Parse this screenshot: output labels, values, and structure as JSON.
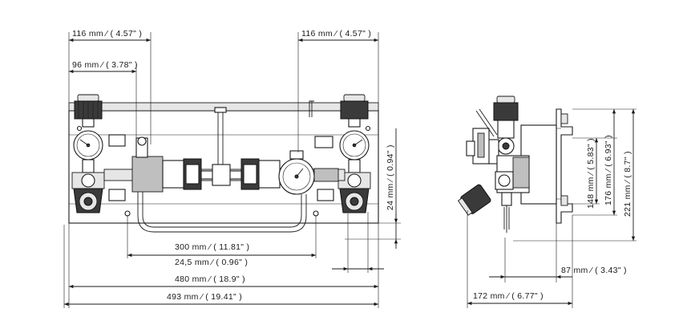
{
  "dimensions": {
    "top_left_width": "116 mm ⁄ ( 4.57\" )",
    "top_right_width": "116 mm ⁄ ( 4.57\" )",
    "left_offset": "96 mm ⁄ ( 3.78\" )",
    "vertical_offset": "24 mm ⁄ ( 0.94\" )",
    "bottom_300": "300 mm ⁄ ( 11.81\" )",
    "bottom_24_5": "24,5 mm ⁄ ( 0.96\" )",
    "bottom_480": "480 mm ⁄ ( 18.9\" )",
    "bottom_493": "493 mm ⁄ ( 19.41\" )",
    "side_148": "148 mm ⁄ ( 5.83\" )",
    "side_176": "176 mm ⁄ ( 6.93\" )",
    "side_221": "221 mm ⁄ ( 8.7\" )",
    "side_87": "87 mm ⁄ ( 3.43\" )",
    "side_172": "172 mm ⁄ ( 6.77\" )"
  },
  "colors": {
    "line": "#1a1a1a",
    "background": "#ffffff",
    "shade": "#3a3a3a"
  }
}
